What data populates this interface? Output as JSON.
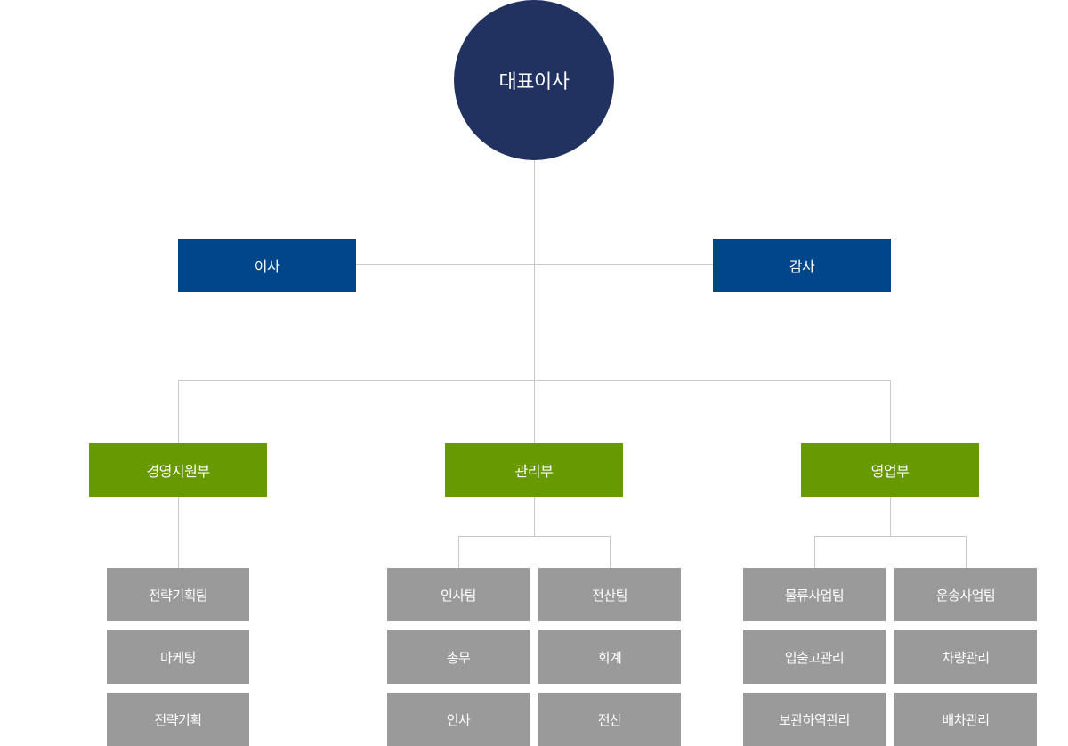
{
  "ceo": "대표이사",
  "executives": {
    "left": "이사",
    "right": "감사"
  },
  "departments": {
    "management_support": {
      "label": "경영지원부",
      "teams": [
        "전략기획팀",
        "마케팅",
        "전략기획"
      ]
    },
    "administration": {
      "label": "관리부",
      "teams": [
        "인사팀",
        "총무",
        "인사",
        "전산팀",
        "회계",
        "전산"
      ]
    },
    "sales": {
      "label": "영업부",
      "teams": [
        "물류사업팀",
        "입출고관리",
        "보관하역관리",
        "운송사업팀",
        "차량관리",
        "배차관리"
      ]
    }
  },
  "colors": {
    "ceo": "#223260",
    "executive": "#00468a",
    "department": "#679a00",
    "team": "#9a9a9a",
    "connector": "#c8c8c8"
  }
}
